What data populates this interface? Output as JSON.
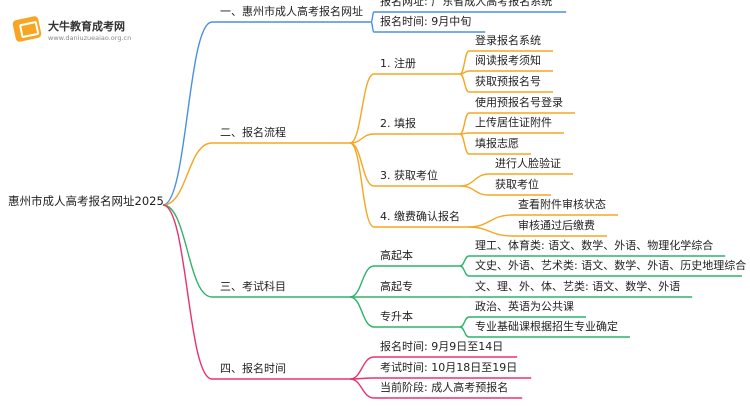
{
  "logo": {
    "title": "大牛教育成考网",
    "url": "www.daniuzueaiao.org.cn"
  },
  "mindmap": {
    "root": "惠州市成人高考报名网址2025",
    "colors": {
      "blue": "#4a90e2",
      "orange": "#f5a623",
      "green": "#2db36a",
      "pink": "#e8336d"
    },
    "branches": [
      {
        "label": "一、惠州市成人高考报名网址",
        "color": "blue",
        "children": [
          {
            "label": "报名网址: 广东省成人高考报名系统"
          },
          {
            "label": "报名时间: 9月中旬"
          }
        ]
      },
      {
        "label": "二、报名流程",
        "color": "orange",
        "children": [
          {
            "label": "1. 注册",
            "children": [
              "登录报名系统",
              "阅读报考须知",
              "获取预报名号"
            ]
          },
          {
            "label": "2. 填报",
            "children": [
              "使用预报名号登录",
              "上传居住证附件",
              "填报志愿"
            ]
          },
          {
            "label": "3. 获取考位",
            "children": [
              "进行人脸验证",
              "获取考位"
            ]
          },
          {
            "label": "4. 缴费确认报名",
            "children": [
              "查看附件审核状态",
              "审核通过后缴费"
            ]
          }
        ]
      },
      {
        "label": "三、考试科目",
        "color": "green",
        "children": [
          {
            "label": "高起本",
            "children": [
              "理工、体育类: 语文、数学、外语、物理化学综合",
              "文史、外语、艺术类: 语文、数学、外语、历史地理综合"
            ]
          },
          {
            "label": "高起专",
            "children": [
              "文、理、外、体、艺类: 语文、数学、外语"
            ]
          },
          {
            "label": "专升本",
            "children": [
              "政治、英语为公共课",
              "专业基础课根据招生专业确定"
            ]
          }
        ]
      },
      {
        "label": "四、报名时间",
        "color": "pink",
        "children": [
          {
            "label": "报名时间: 9月9日至14日"
          },
          {
            "label": "考试时间: 10月18日至19日"
          },
          {
            "label": "当前阶段: 成人高考预报名"
          }
        ]
      }
    ]
  }
}
